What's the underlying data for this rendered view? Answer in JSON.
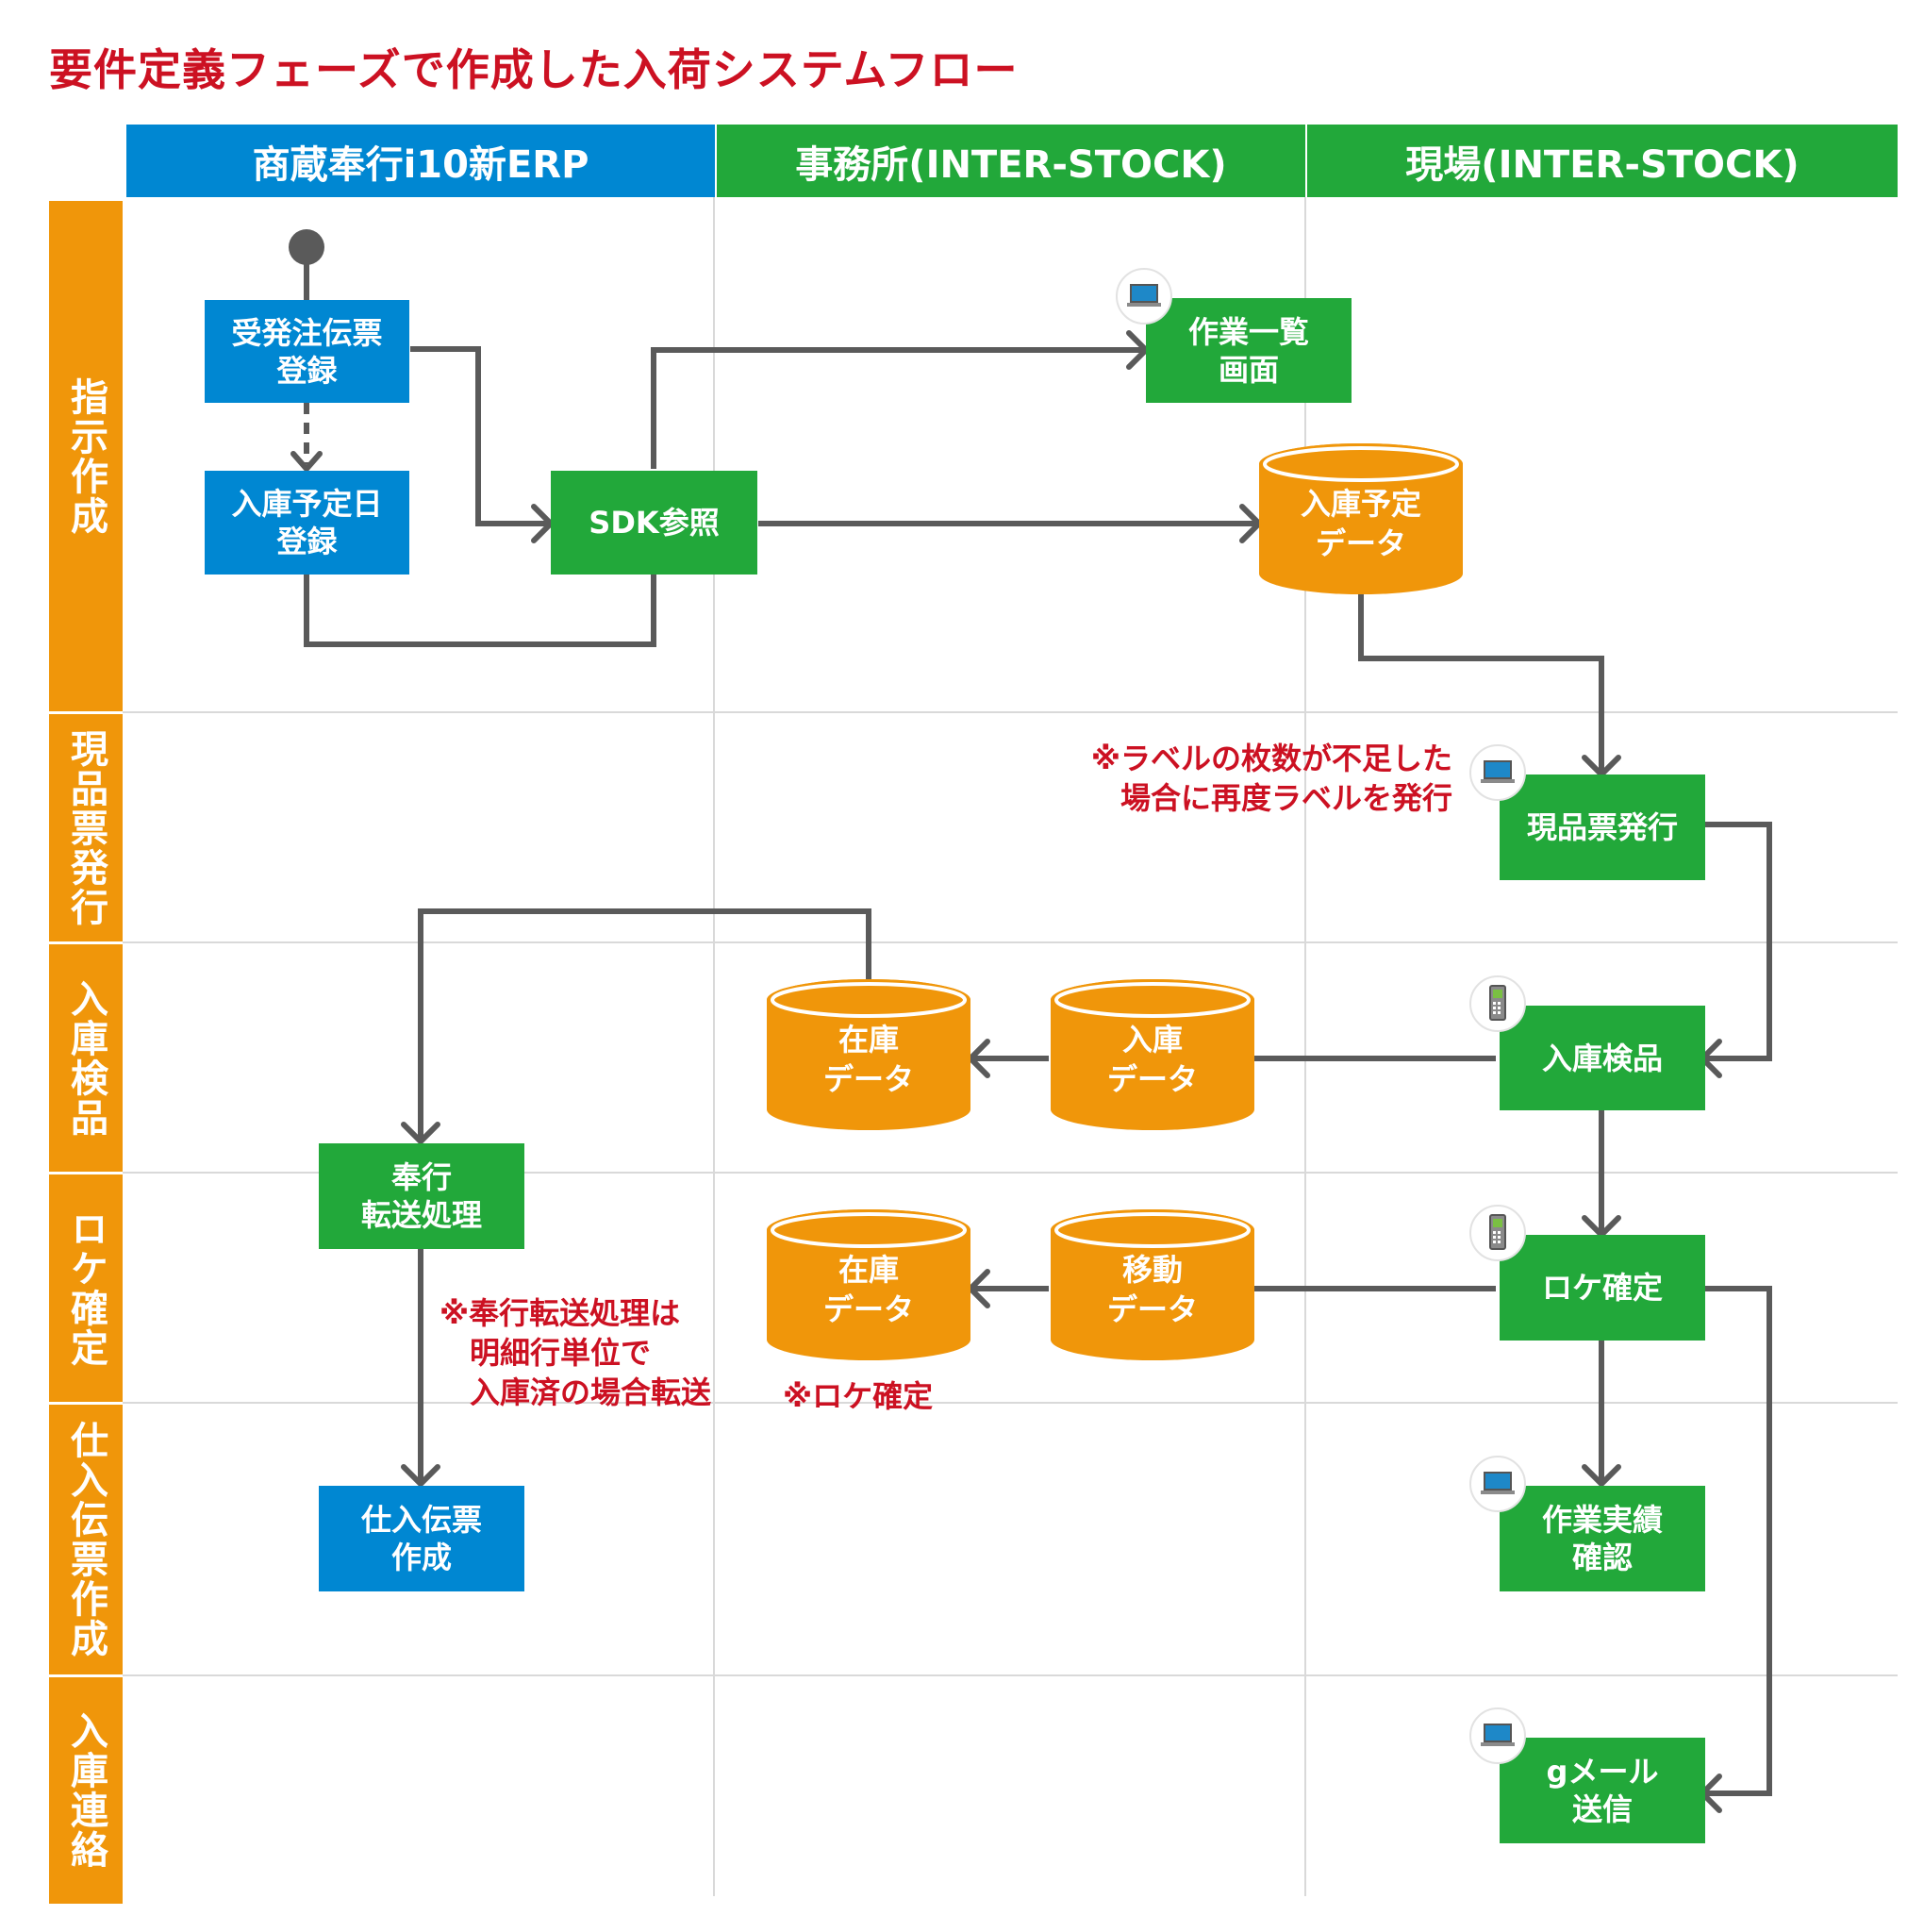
{
  "title": "要件定義フェーズで作成した入荷システムフロー",
  "columns": [
    {
      "label": "商蔵奉行i10新ERP",
      "color": "#0087d2"
    },
    {
      "label": "事務所(INTER-STOCK)",
      "color": "#22a83a"
    },
    {
      "label": "現場(INTER-STOCK)",
      "color": "#22a83a"
    }
  ],
  "rows": [
    "指示作成",
    "現品票発行",
    "入庫検品",
    "ロケ確定",
    "仕入伝票作成",
    "入庫連絡"
  ],
  "nodes": {
    "order_entry": "受発注伝票\n登録",
    "arrival_date_entry": "入庫予定日\n登録",
    "sdk_reference": "SDK参照",
    "work_list_screen": "作業一覧\n画面",
    "arrival_plan_data": "入庫予定\nデータ",
    "label_issue": "現品票発行",
    "arrival_inspection": "入庫検品",
    "inventory_data_1": "在庫\nデータ",
    "arrival_data": "入庫\nデータ",
    "bugyo_transfer": "奉行\n転送処理",
    "location_confirm": "ロケ確定",
    "inventory_data_2": "在庫\nデータ",
    "move_data": "移動\nデータ",
    "work_result_check": "作業実績\n確認",
    "purchase_slip": "仕入伝票\n作成",
    "gmail_send": "gメール\n送信"
  },
  "notes": {
    "label_shortage": "※ラベルの枚数が不足した\n場合に再度ラベルを発行",
    "transfer_condition": "※奉行転送処理は\n　明細行単位で\n　入庫済の場合転送",
    "location_note": "※ロケ確定"
  },
  "colors": {
    "erp_blue": "#0087d2",
    "inter_stock_green": "#22a83a",
    "data_orange": "#f0960a",
    "connector_gray": "#5a5a5a",
    "note_red": "#cc1122",
    "device_icon_blue": "#1e88c8"
  },
  "icons": {
    "work_list_screen": "laptop-icon",
    "label_issue": "laptop-icon",
    "arrival_inspection": "handheld-terminal-icon",
    "location_confirm": "handheld-terminal-icon",
    "work_result_check": "laptop-icon",
    "gmail_send": "laptop-icon"
  }
}
